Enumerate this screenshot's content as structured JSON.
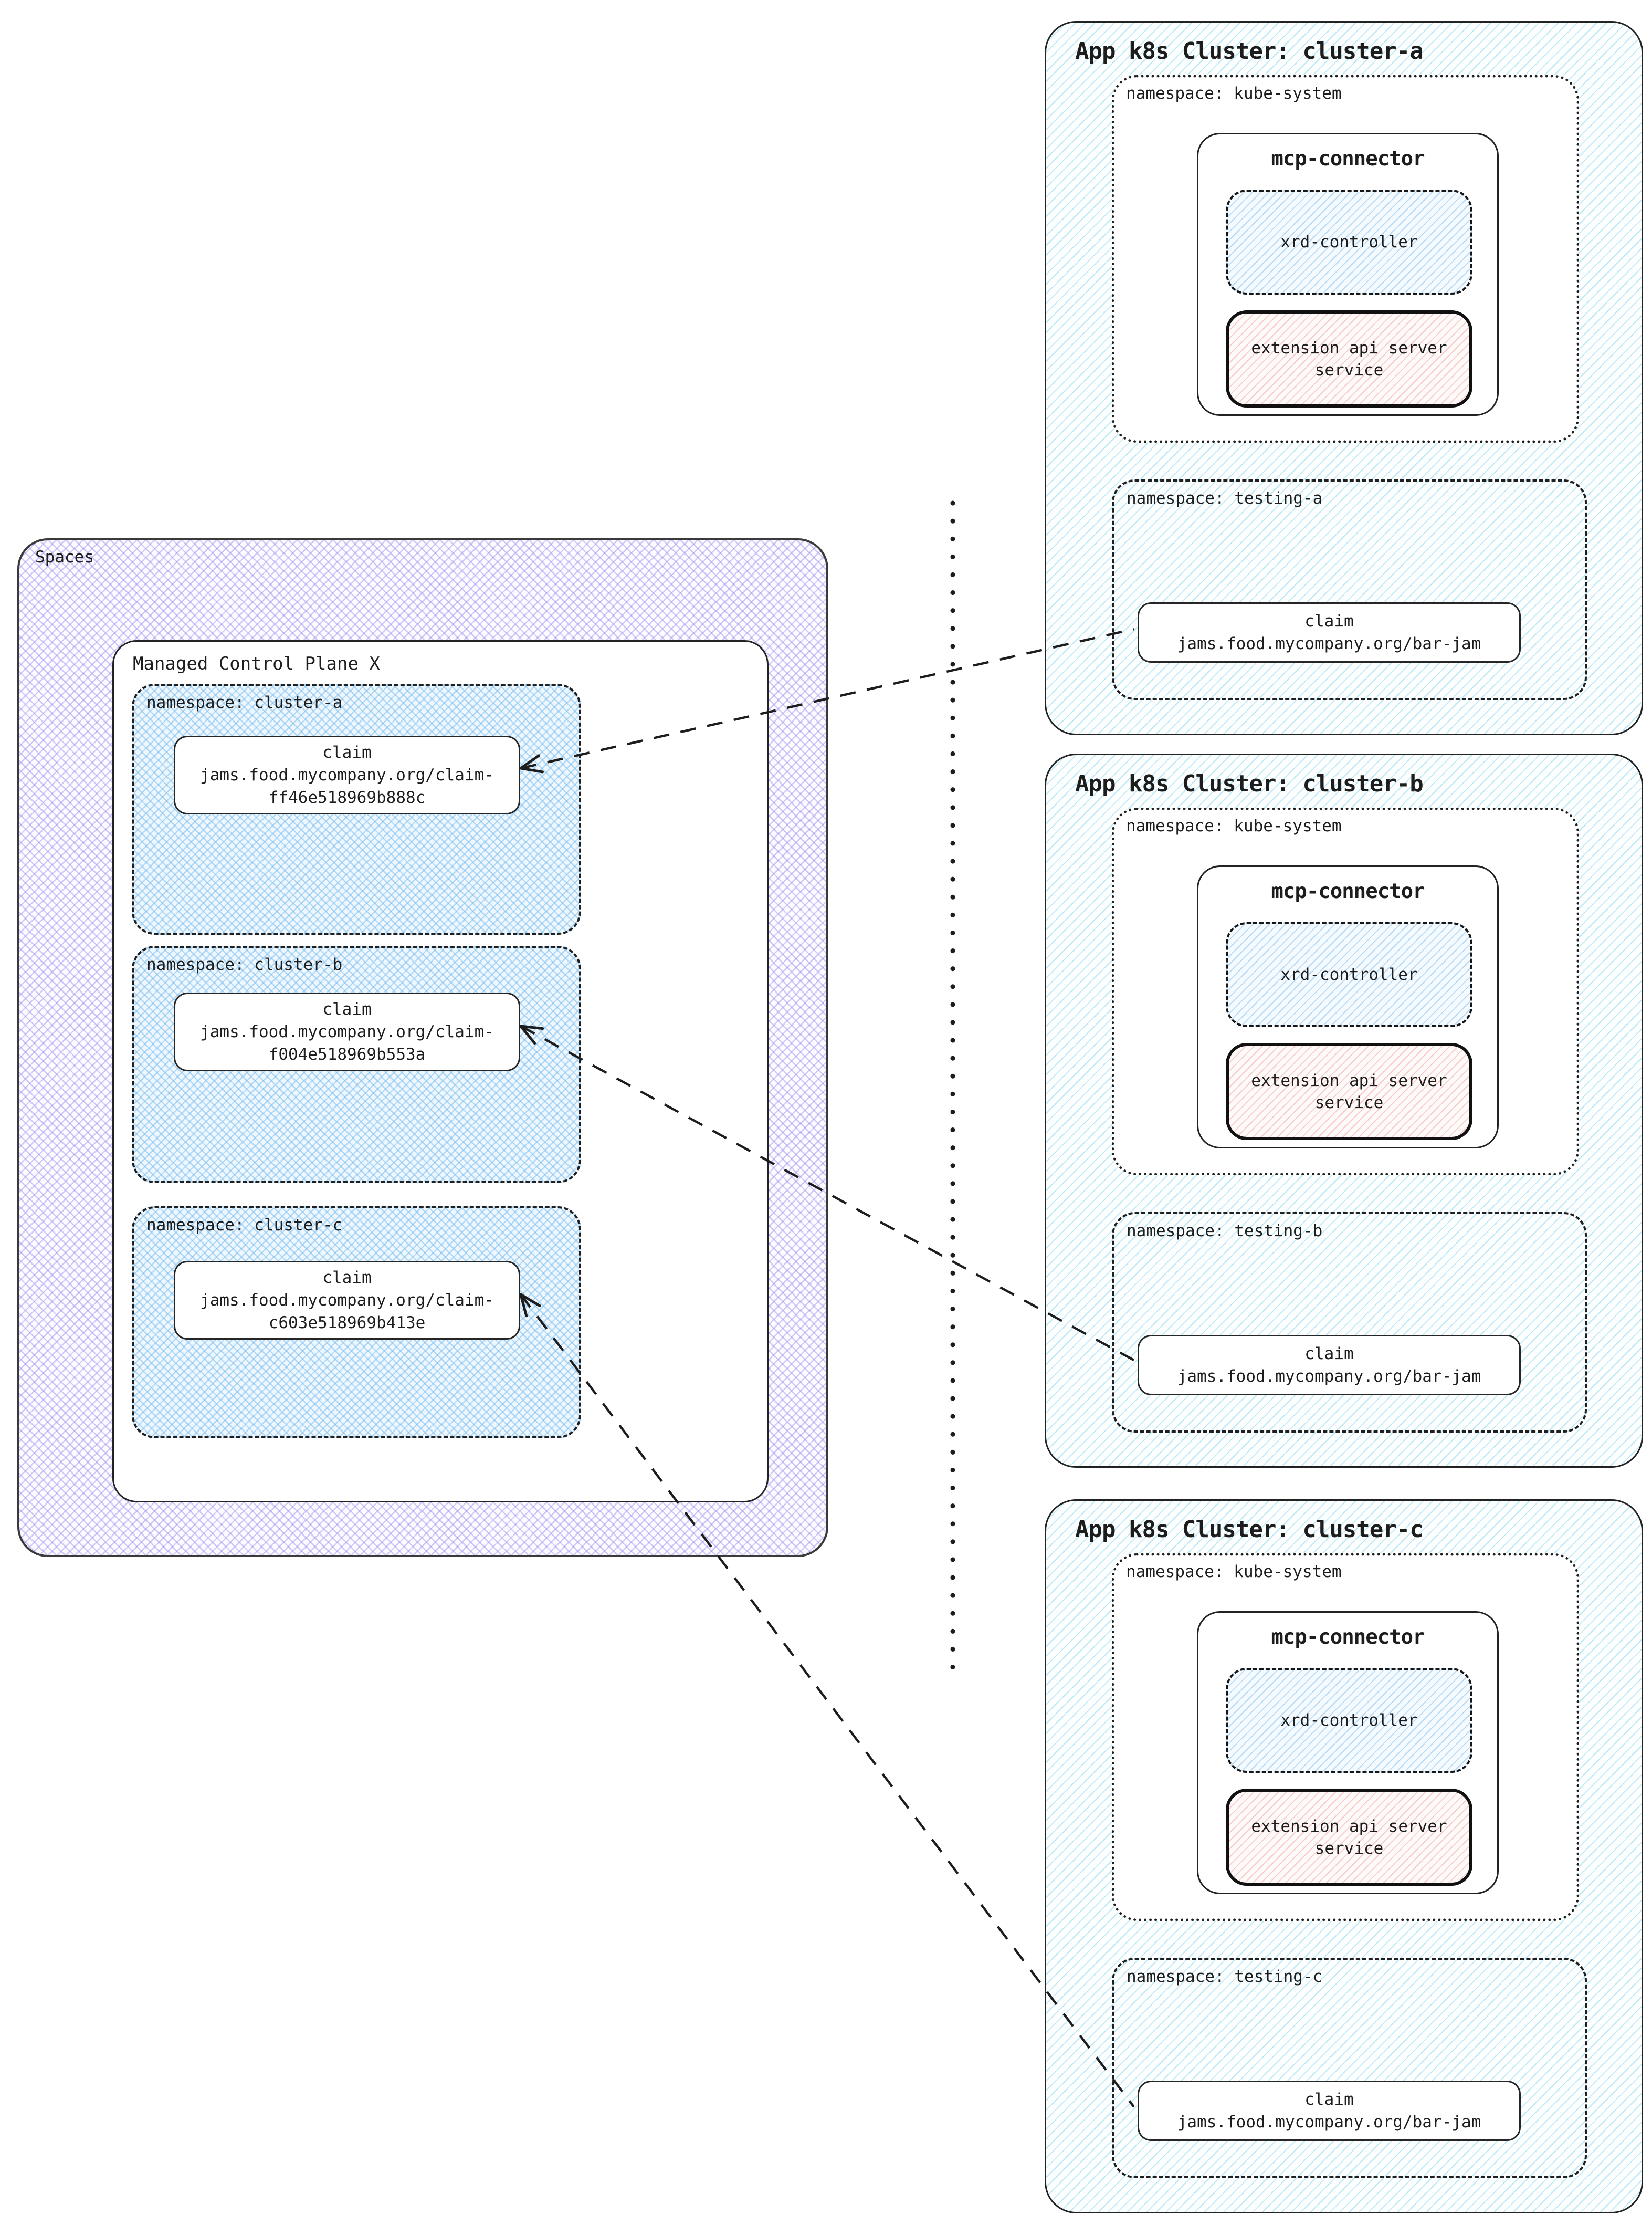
{
  "diagram_title": "Spaces managed control plane to app cluster claim sync diagram",
  "colors": {
    "purple_hatch": "#9782ec",
    "blue_cross_hatch": "#74baee",
    "cyan_diag_hatch": "#6ecdee",
    "pink_diag_hatch": "#ec8a84",
    "ink": "#1d1d1d",
    "box_bg": "#ffffff"
  },
  "spaces": {
    "label": "Spaces",
    "managed_control_plane": {
      "title": "Managed Control Plane X",
      "namespaces": [
        {
          "label": "namespace: cluster-a",
          "claim": {
            "line1": "claim",
            "line2": "jams.food.mycompany.org/claim-",
            "line3": "ff46e518969b888c"
          }
        },
        {
          "label": "namespace: cluster-b",
          "claim": {
            "line1": "claim",
            "line2": "jams.food.mycompany.org/claim-",
            "line3": "f004e518969b553a"
          }
        },
        {
          "label": "namespace: cluster-c",
          "claim": {
            "line1": "claim",
            "line2": "jams.food.mycompany.org/claim-",
            "line3": "c603e518969b413e"
          }
        }
      ]
    }
  },
  "clusters": [
    {
      "title": "App k8s Cluster: cluster-a",
      "kube_system": {
        "label": "namespace: kube-system",
        "mcp_connector": {
          "title": "mcp-connector",
          "xrd_controller": "xrd-controller",
          "extension_api": {
            "line1": "extension api server",
            "line2": "service"
          }
        }
      },
      "testing": {
        "label": "namespace: testing-a",
        "claim": {
          "line1": "claim",
          "line2": "jams.food.mycompany.org/bar-jam"
        }
      }
    },
    {
      "title": "App k8s Cluster: cluster-b",
      "kube_system": {
        "label": "namespace: kube-system",
        "mcp_connector": {
          "title": "mcp-connector",
          "xrd_controller": "xrd-controller",
          "extension_api": {
            "line1": "extension api server",
            "line2": "service"
          }
        }
      },
      "testing": {
        "label": "namespace: testing-b",
        "claim": {
          "line1": "claim",
          "line2": "jams.food.mycompany.org/bar-jam"
        }
      }
    },
    {
      "title": "App k8s Cluster: cluster-c",
      "kube_system": {
        "label": "namespace: kube-system",
        "mcp_connector": {
          "title": "mcp-connector",
          "xrd_controller": "xrd-controller",
          "extension_api": {
            "line1": "extension api server",
            "line2": "service"
          }
        }
      },
      "testing": {
        "label": "namespace: testing-c",
        "claim": {
          "line1": "claim",
          "line2": "jams.food.mycompany.org/bar-jam"
        }
      }
    }
  ]
}
